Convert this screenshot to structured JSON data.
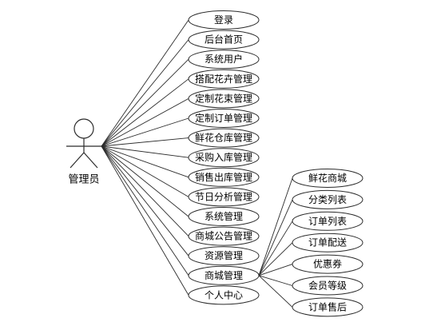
{
  "actor": {
    "label": "管理员"
  },
  "use_cases": [
    {
      "id": "login",
      "label": "登录"
    },
    {
      "id": "admin-home",
      "label": "后台首页"
    },
    {
      "id": "system-users",
      "label": "系统用户"
    },
    {
      "id": "flower-match-mgmt",
      "label": "搭配花卉管理"
    },
    {
      "id": "custom-bouquet-mgmt",
      "label": "定制花束管理"
    },
    {
      "id": "custom-order-mgmt",
      "label": "定制订单管理"
    },
    {
      "id": "warehouse-mgmt",
      "label": "鲜花仓库管理"
    },
    {
      "id": "purchase-inbound-mgmt",
      "label": "采购入库管理"
    },
    {
      "id": "sales-outbound-mgmt",
      "label": "销售出库管理"
    },
    {
      "id": "holiday-analysis-mgmt",
      "label": "节日分析管理"
    },
    {
      "id": "system-mgmt",
      "label": "系统管理"
    },
    {
      "id": "mall-notice-mgmt",
      "label": "商城公告管理"
    },
    {
      "id": "resource-mgmt",
      "label": "资源管理"
    },
    {
      "id": "mall-mgmt",
      "label": "商城管理"
    },
    {
      "id": "personal-center",
      "label": "个人中心"
    }
  ],
  "sub_use_cases": [
    {
      "id": "flower-mall",
      "label": "鲜花商城"
    },
    {
      "id": "category-list",
      "label": "分类列表"
    },
    {
      "id": "order-list",
      "label": "订单列表"
    },
    {
      "id": "order-delivery",
      "label": "订单配送"
    },
    {
      "id": "coupon",
      "label": "优惠券"
    },
    {
      "id": "member-level",
      "label": "会员等级"
    },
    {
      "id": "after-sales",
      "label": "订单售后"
    }
  ]
}
